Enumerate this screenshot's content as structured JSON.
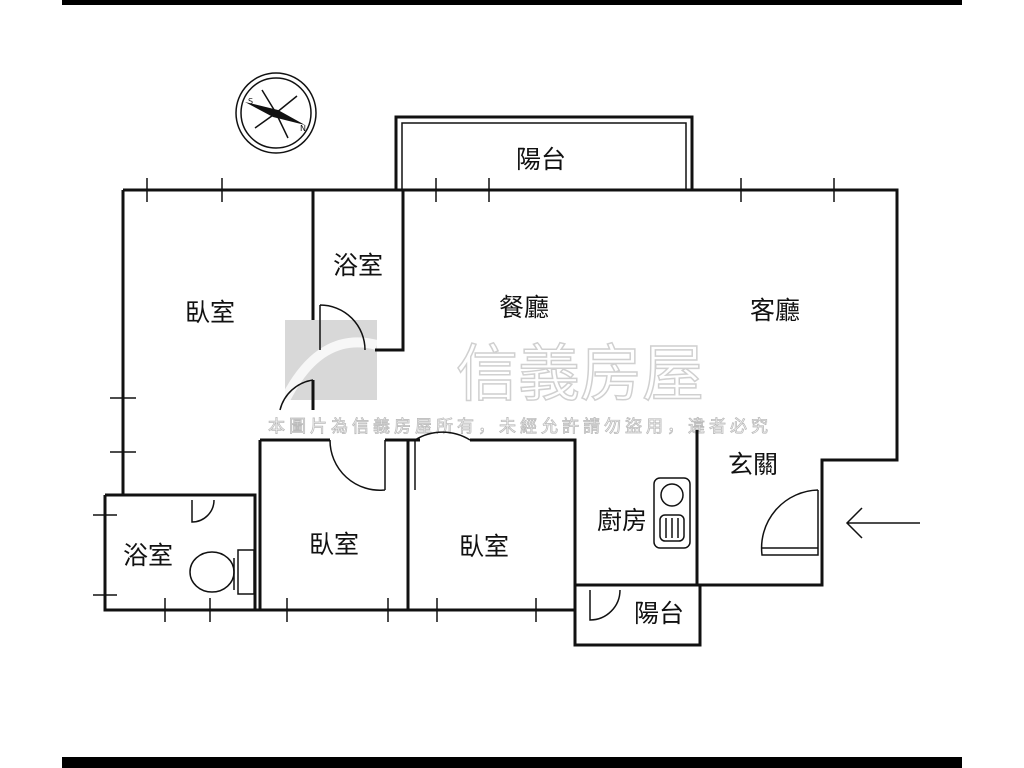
{
  "rooms": {
    "balcony_top": "陽台",
    "bathroom_top": "浴室",
    "bedroom_master": "臥室",
    "dining": "餐廳",
    "living": "客廳",
    "entrance": "玄關",
    "bathroom_bottom": "浴室",
    "bedroom_2": "臥室",
    "bedroom_3": "臥室",
    "kitchen": "廚房",
    "balcony_small": "陽台"
  },
  "compass": {
    "north": "N",
    "south": "S"
  },
  "watermark": {
    "brand": "信義房屋",
    "notice": "本圖片為信義房屋所有，未經允許請勿盜用，違者必究"
  },
  "icons": [
    "compass-icon",
    "entry-arrow-icon",
    "sink-icon",
    "toilet-icon",
    "door-swing-icon"
  ]
}
